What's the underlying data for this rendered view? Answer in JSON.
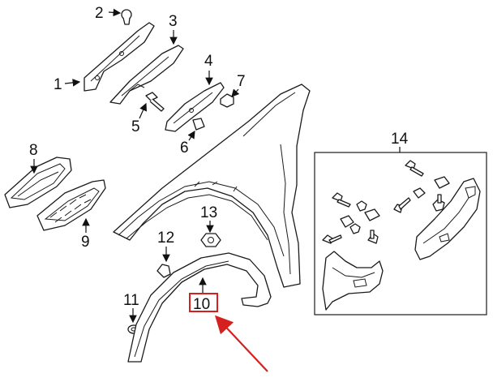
{
  "callouts": {
    "c1": "1",
    "c2": "2",
    "c3": "3",
    "c4": "4",
    "c5": "5",
    "c6": "6",
    "c7": "7",
    "c8": "8",
    "c9": "9",
    "c10": "10",
    "c11": "11",
    "c12": "12",
    "c13": "13",
    "c14": "14"
  },
  "colors": {
    "line": "#1a1a1a",
    "highlight_box": "#d62020",
    "pointer_arrow": "#d62020",
    "background": "#ffffff"
  }
}
